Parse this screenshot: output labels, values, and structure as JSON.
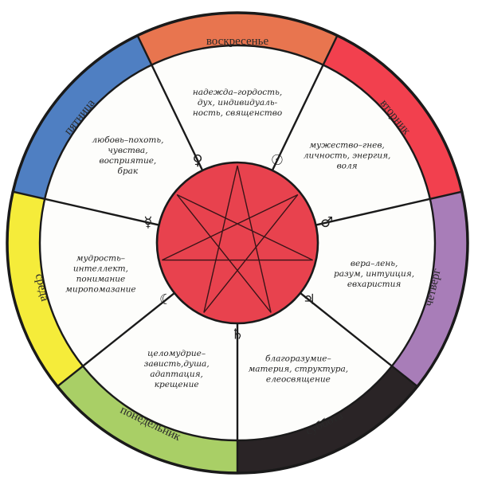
{
  "sectors": [
    {
      "day": "воскресенье",
      "planet": "sun-icon",
      "glyph": "☉",
      "color": "#e8754f",
      "lines": [
        "надежда–гордость,",
        "дух, индивидуаль-",
        "ность, священство"
      ]
    },
    {
      "day": "вторник",
      "planet": "mars-icon",
      "glyph": "♂",
      "color": "#f2404e",
      "lines": [
        "мужество–гнев,",
        "личность, энергия,",
        "воля"
      ]
    },
    {
      "day": "четверг",
      "planet": "jupiter-icon",
      "glyph": "♃",
      "color": "#a87db8",
      "lines": [
        "вера–лень,",
        "разум, интуиция,",
        "евхаристия"
      ]
    },
    {
      "day": "суббота",
      "planet": "saturn-icon",
      "glyph": "♄",
      "color": "#2a2426",
      "lines": [
        "благоразумие–",
        "материя, структура,",
        "елеосвящение"
      ]
    },
    {
      "day": "понедельник",
      "planet": "moon-icon",
      "glyph": "☾",
      "color": "#a9cf66",
      "lines": [
        "целомудрие–",
        "зависть,душа,",
        "адаптация,",
        "крещение"
      ]
    },
    {
      "day": "среда",
      "planet": "mercury-icon",
      "glyph": "☿",
      "color": "#f5ec3a",
      "lines": [
        "мудрость–",
        "интеллект,",
        "понимание",
        "миропомазание"
      ]
    },
    {
      "day": "пятница",
      "planet": "venus-icon",
      "glyph": "♀",
      "color": "#4f7fc2",
      "lines": [
        "любовь–похоть,",
        "чувства,",
        "восприятие,",
        "брак"
      ]
    }
  ],
  "center": {
    "fill": "#e8424e",
    "star": "heptagram-icon"
  },
  "outline_color": "#1a1a1a"
}
